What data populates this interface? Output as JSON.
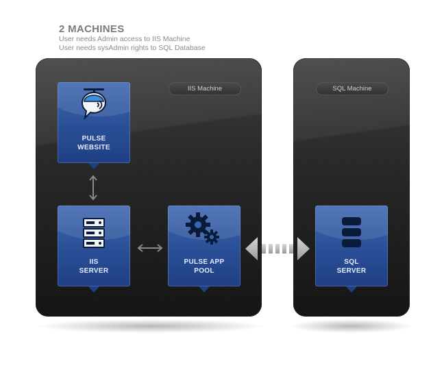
{
  "heading": {
    "title": "2 MACHINES",
    "line1": "User needs Admin access to IIS Machine",
    "line2": "User needs sysAdmin rights to SQL Database"
  },
  "machines": {
    "iis": {
      "label": "IIS Machine"
    },
    "sql": {
      "label": "SQL Machine"
    }
  },
  "tiles": {
    "website": {
      "line1": "PULSE",
      "line2": "WEBSITE",
      "icon": "helicopter-chat-icon"
    },
    "iis_server": {
      "line1": "IIS",
      "line2": "SERVER",
      "icon": "server-rack-icon"
    },
    "app_pool": {
      "line1": "PULSE APP",
      "line2": "POOL",
      "icon": "gears-icon"
    },
    "sql_server": {
      "line1": "SQL",
      "line2": "SERVER",
      "icon": "database-icon"
    }
  },
  "colors": {
    "tile_blue": "#2a4f97",
    "machine_dark": "#262626",
    "connector_gray": "#9a9a9a"
  }
}
